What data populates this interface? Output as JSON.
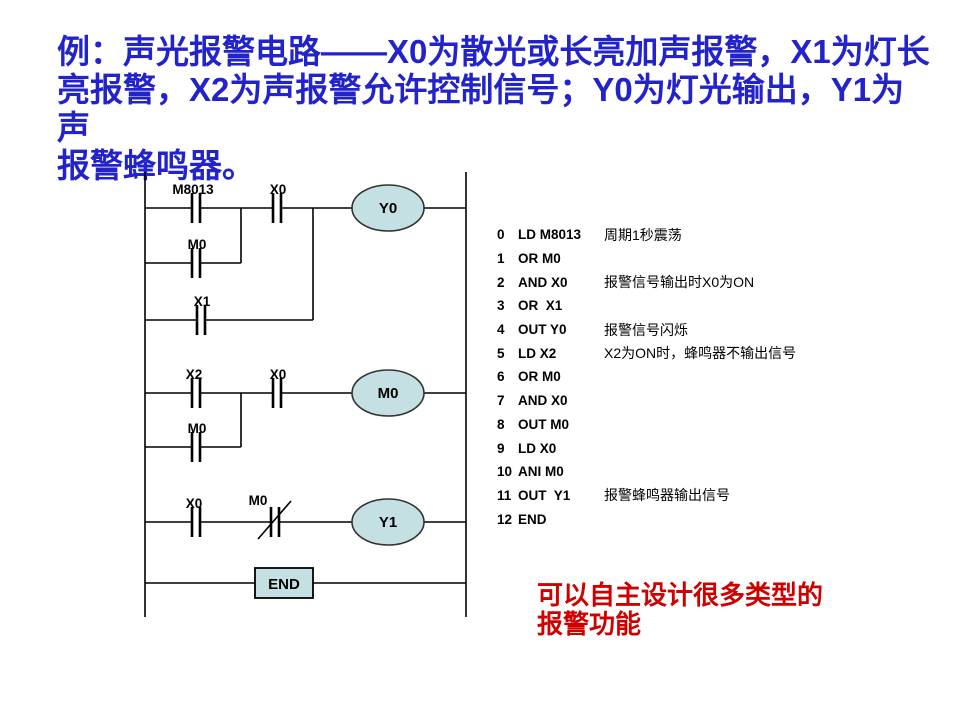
{
  "title": "例：声光报警电路——X0为散光或长亮加声报警，X1为灯长\n亮报警，X2为声报警允许控制信号；Y0为灯光输出，Y1为声\n报警蜂鸣器。",
  "note": "可以自主设计很多类型的\n报警功能",
  "colors": {
    "title_blue": "#2323cb",
    "note_red": "#cf0000",
    "coil_fill": "#c5e0e3",
    "line_black": "#000000"
  },
  "ladder": {
    "rung1": {
      "contact1": "M8013",
      "contact2": "X0",
      "or_branch1": "M0",
      "or_branch2": "X1",
      "coil": "Y0"
    },
    "rung2": {
      "contact1": "X2",
      "contact2": "X0",
      "or_branch": "M0",
      "coil": "M0"
    },
    "rung3": {
      "contact1": "X0",
      "nc_contact": "M0",
      "coil": "Y1"
    },
    "end_block": "END"
  },
  "instructions": [
    {
      "n": "0",
      "op": "LD M8013",
      "comment": "周期1秒震荡"
    },
    {
      "n": "1",
      "op": "OR M0",
      "comment": ""
    },
    {
      "n": "2",
      "op": "AND X0",
      "comment": "报警信号输出时X0为ON"
    },
    {
      "n": "3",
      "op": "OR  X1",
      "comment": ""
    },
    {
      "n": "4",
      "op": "OUT Y0",
      "comment": "报警信号闪烁"
    },
    {
      "n": "5",
      "op": "LD X2",
      "comment": "X2为ON时，蜂鸣器不输出信号"
    },
    {
      "n": "6",
      "op": "OR M0",
      "comment": ""
    },
    {
      "n": "7",
      "op": "AND X0",
      "comment": ""
    },
    {
      "n": "8",
      "op": "OUT M0",
      "comment": ""
    },
    {
      "n": "9",
      "op": "LD X0",
      "comment": ""
    },
    {
      "n": "10",
      "op": "ANI M0",
      "comment": ""
    },
    {
      "n": "11",
      "op": "OUT  Y1",
      "comment": "报警蜂鸣器输出信号"
    },
    {
      "n": "12",
      "op": "END",
      "comment": ""
    }
  ]
}
